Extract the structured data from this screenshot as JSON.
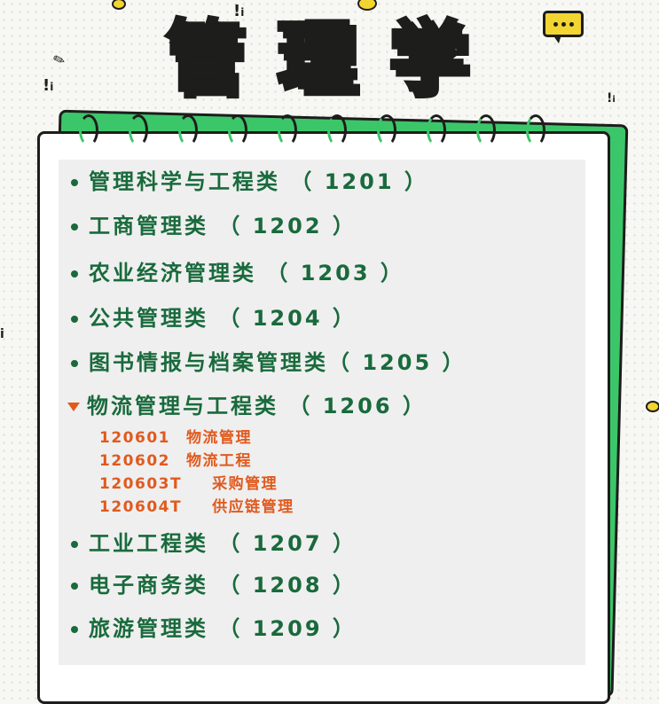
{
  "title": "管理学",
  "categories": [
    {
      "name": "管理科学与工程类",
      "code": "1201"
    },
    {
      "name": "工商管理类",
      "code": "1202"
    },
    {
      "name": "农业经济管理类",
      "code": "1203"
    },
    {
      "name": "公共管理类",
      "code": "1204"
    },
    {
      "name": "图书情报与档案管理类",
      "code": "1205"
    },
    {
      "name": "物流管理与工程类",
      "code": "1206",
      "expanded": true,
      "majors": [
        {
          "code": "120601",
          "name": "物流管理"
        },
        {
          "code": "120602",
          "name": "物流工程"
        },
        {
          "code": "120603T",
          "name": "采购管理"
        },
        {
          "code": "120604T",
          "name": "供应链管理"
        }
      ]
    },
    {
      "name": "工业工程类",
      "code": "1207"
    },
    {
      "name": "电子商务类",
      "code": "1208"
    },
    {
      "name": "旅游管理类",
      "code": "1209"
    }
  ],
  "colors": {
    "green": "#3cc66a",
    "dark_green": "#196a3c",
    "orange": "#e05a1e",
    "yellow": "#f3d531"
  }
}
